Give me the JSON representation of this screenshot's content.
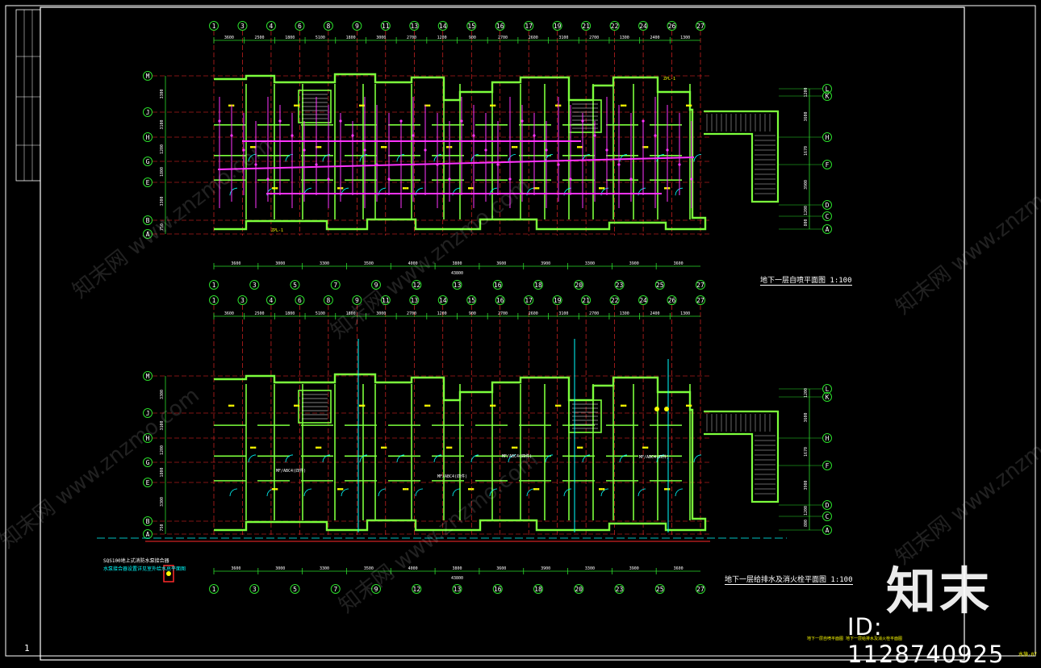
{
  "viewer": {
    "brand": "知末",
    "id_label": "ID: 1128740925",
    "watermark": "知末网 www.znzmo.com"
  },
  "drawing": {
    "plan1_title": "地下一层自喷平面图  1:100",
    "plan2_title": "地下一层给排水及消火栓平面图  1:100",
    "page_number": "1",
    "sheet_code": "水施-07",
    "footer_note": "地下一层自喷平面图    地下一层给排水及消火栓平面图",
    "note_line1": "SQS100地上式消防水泵接合器",
    "note_line2": "水泵接合器设置详见室外给水总平面图",
    "colors": {
      "wall": "#7cff3c",
      "grid_axis": "#ff2a2a",
      "dimension": "#2bdc2b",
      "sprinkler_pipe": "#ff33ff",
      "water_pipe": "#00ffff",
      "label": "#ffff00",
      "border": "#ffffff"
    },
    "column_axes_top": [
      "1",
      "3",
      "4",
      "6",
      "8",
      "9",
      "11",
      "13",
      "14",
      "15",
      "16",
      "17",
      "19",
      "21",
      "22",
      "24",
      "26",
      "27"
    ],
    "column_axes_bottom": [
      "1",
      "3",
      "5",
      "7",
      "9",
      "12",
      "13",
      "16",
      "18",
      "20",
      "23",
      "25",
      "27"
    ],
    "row_axes_left": [
      "M",
      "J",
      "H",
      "G",
      "E",
      "B",
      "A"
    ],
    "row_axes_right": [
      "L",
      "K",
      "H",
      "F",
      "D",
      "C",
      "A"
    ],
    "top_dimensions": [
      "3600",
      "2500",
      "1800",
      "5100",
      "1800",
      "3000",
      "2700",
      "1200",
      "900",
      "2700",
      "2600",
      "3100",
      "2700",
      "1300",
      "2400",
      "1300"
    ],
    "bottom_dimensions": [
      "3600",
      "3000",
      "3300",
      "3500",
      "4000",
      "3800",
      "3600",
      "3900",
      "3300",
      "3900",
      "3600"
    ],
    "overall_length": "43800",
    "left_dimensions": [
      "3300",
      "3100",
      "1200",
      "1800",
      "3300",
      "750"
    ],
    "right_dimensions": [
      "1200",
      "3600",
      "1670",
      "3900",
      "1200",
      "800"
    ]
  }
}
